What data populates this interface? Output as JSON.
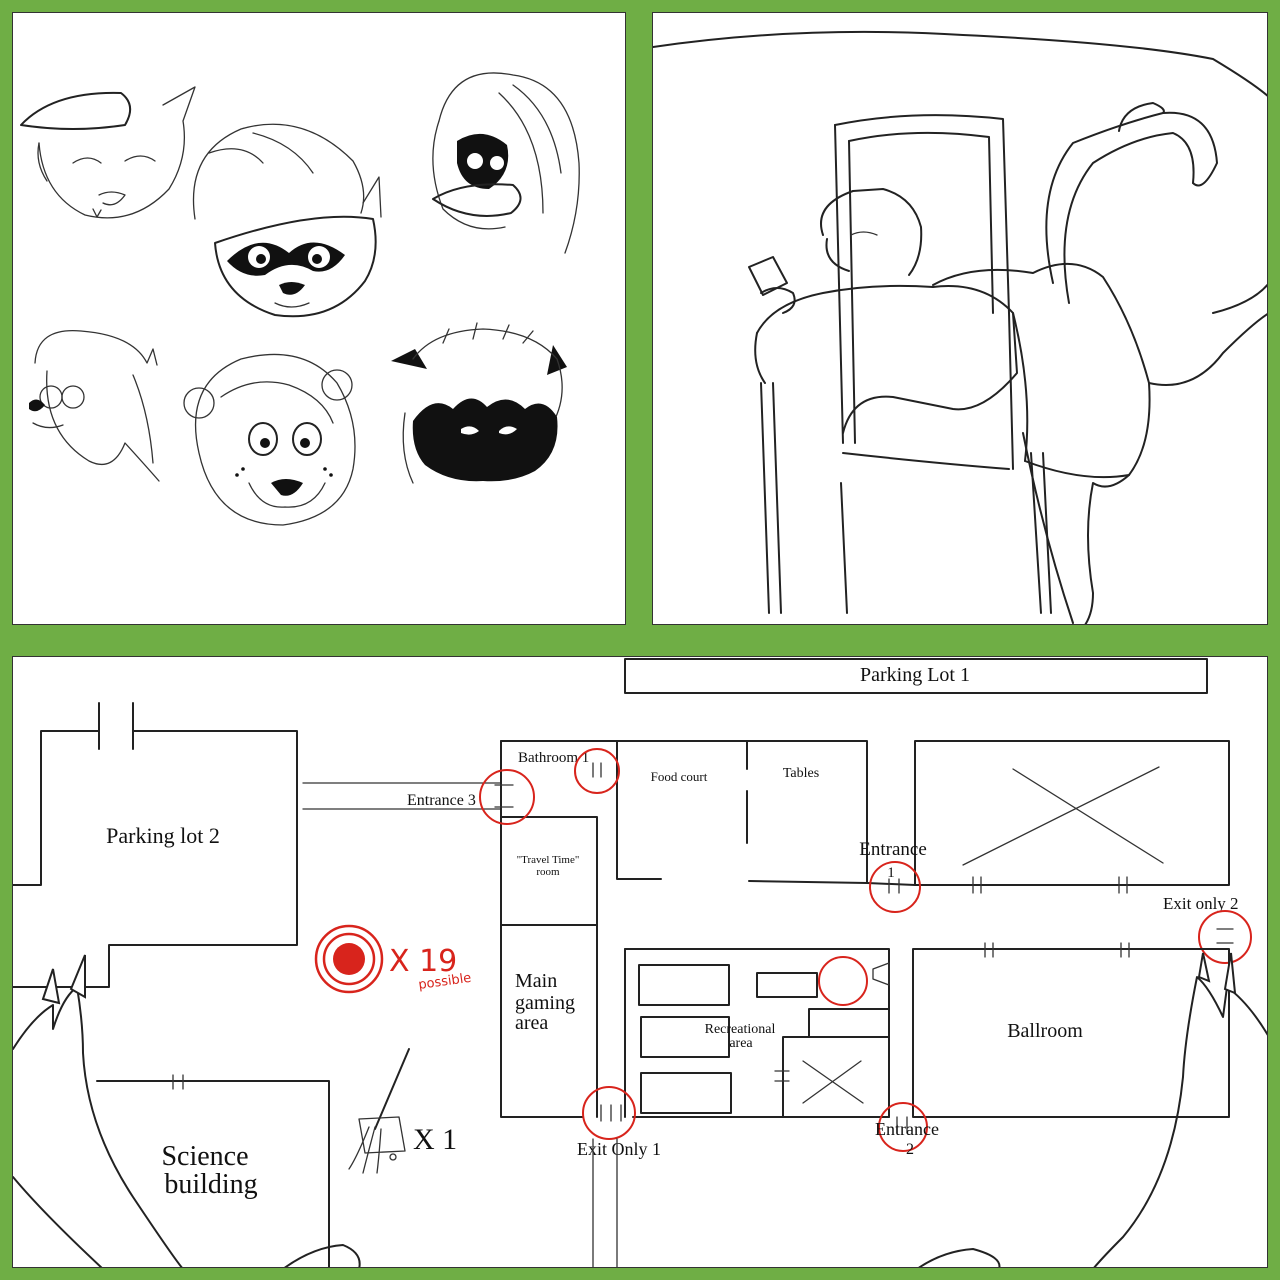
{
  "colors": {
    "background_green": "#6fae45",
    "panel_white": "#ffffff",
    "ink": "#222222",
    "marker_red": "#d8241c"
  },
  "panels": {
    "heads": {
      "icons": [
        "fox-head-icon",
        "raccoon-head-icon",
        "duck-head-icon",
        "otter-head-icon",
        "bear-head-icon",
        "skunk-head-icon"
      ]
    },
    "chair": {
      "icons": [
        "armchair-icon",
        "cat-character-icon"
      ]
    }
  },
  "map": {
    "labels": {
      "parking_lot_1": "Parking Lot 1",
      "parking_lot_2": "Parking lot 2",
      "science_building_line1": "Science",
      "science_building_line2": "building",
      "bathroom": "Bathroom 1",
      "food_court": "Food court",
      "tables": "Tables",
      "entrance_3": "Entrance 3",
      "travel_time_line1": "\"Travel Time\"",
      "travel_time_line2": "room",
      "main_gaming_line1": "Main",
      "main_gaming_line2": "gaming",
      "main_gaming_line3": "area",
      "entrance_1_line1": "Entrance",
      "entrance_1_line2": "1",
      "exit_only_2": "Exit only 2",
      "recreational_line1": "Recreational",
      "recreational_line2": "area",
      "ballroom": "Ballroom",
      "exit_only_1": "Exit Only 1",
      "entrance_2_line1": "Entrance",
      "entrance_2_line2": "2"
    },
    "annotations": {
      "target_count": "X 19",
      "target_note": "possible",
      "mop_count": "X 1"
    },
    "icons": [
      "target-icon",
      "mop-bucket-icon",
      "left-claw-hand-icon",
      "right-claw-hand-icon"
    ]
  }
}
